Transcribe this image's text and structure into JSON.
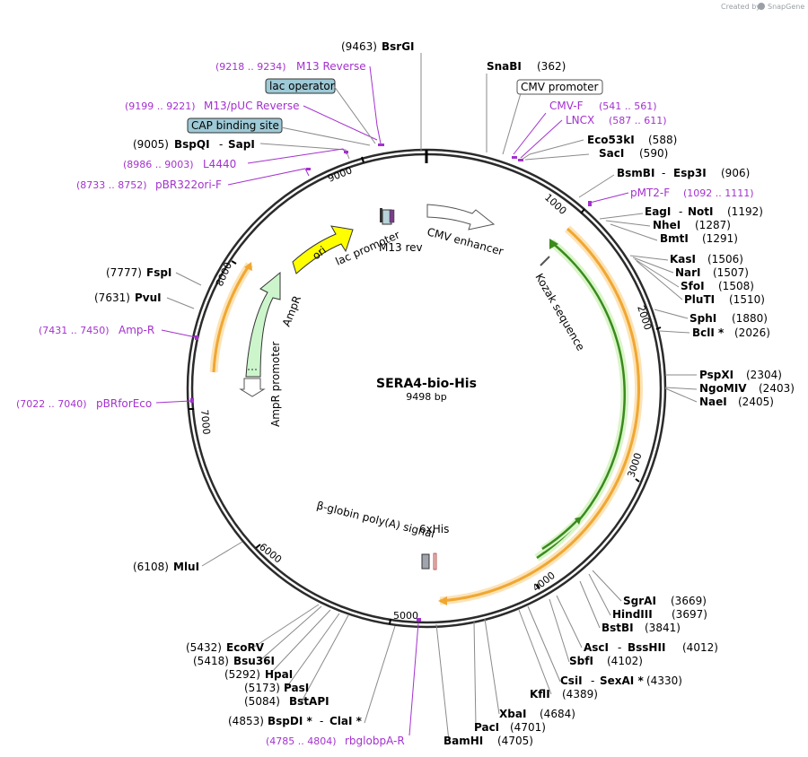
{
  "credit": {
    "text": "Created by",
    "brand": "SnapGene"
  },
  "plasmid": {
    "name": "SERA4-bio-His",
    "size": "9498 bp"
  },
  "ticks": [
    "1000",
    "2000",
    "3000",
    "4000",
    "5000",
    "6000",
    "7000",
    "8000",
    "9000"
  ],
  "enzymes": [
    {
      "name": "BsrGI",
      "pos": "(9463)"
    },
    {
      "name": "SnaBI",
      "pos": "(362)"
    },
    {
      "name": "Eco53kI",
      "pos": "(588)"
    },
    {
      "name": "SacI",
      "pos": "(590)"
    },
    {
      "name": "BsmBI",
      "name2": "Esp3I",
      "pos": "(906)"
    },
    {
      "name": "EagI",
      "name2": "NotI",
      "pos": "(1192)"
    },
    {
      "name": "NheI",
      "pos": "(1287)"
    },
    {
      "name": "BmtI",
      "pos": "(1291)"
    },
    {
      "name": "KasI",
      "pos": "(1506)"
    },
    {
      "name": "NarI",
      "pos": "(1507)"
    },
    {
      "name": "SfoI",
      "pos": "(1508)"
    },
    {
      "name": "PluTI",
      "pos": "(1510)"
    },
    {
      "name": "SphI",
      "pos": "(1880)"
    },
    {
      "name": "BclI *",
      "pos": "(2026)"
    },
    {
      "name": "PspXI",
      "pos": "(2304)"
    },
    {
      "name": "NgoMIV",
      "pos": "(2403)"
    },
    {
      "name": "NaeI",
      "pos": "(2405)"
    },
    {
      "name": "SgrAI",
      "pos": "(3669)"
    },
    {
      "name": "HindIII",
      "pos": "(3697)"
    },
    {
      "name": "BstBI",
      "pos": "(3841)"
    },
    {
      "name": "AscI",
      "name2": "BssHII",
      "pos": "(4012)"
    },
    {
      "name": "SbfI",
      "pos": "(4102)"
    },
    {
      "name": "CsiI",
      "name2": "SexAI *",
      "pos": "(4330)"
    },
    {
      "name": "KflI",
      "pos": "(4389)"
    },
    {
      "name": "XbaI",
      "pos": "(4684)"
    },
    {
      "name": "PacI",
      "pos": "(4701)"
    },
    {
      "name": "BamHI",
      "pos": "(4705)"
    },
    {
      "name": "BspDI *",
      "name2": "ClaI *",
      "pos": "(4853)"
    },
    {
      "name": "BstAPI",
      "pos": "(5084)"
    },
    {
      "name": "PasI",
      "pos": "(5173)"
    },
    {
      "name": "HpaI",
      "pos": "(5292)"
    },
    {
      "name": "Bsu36I",
      "pos": "(5418)"
    },
    {
      "name": "EcoRV",
      "pos": "(5432)"
    },
    {
      "name": "MluI",
      "pos": "(6108)"
    },
    {
      "name": "PvuI",
      "pos": "(7631)"
    },
    {
      "name": "FspI",
      "pos": "(7777)"
    },
    {
      "name": "BspQI",
      "name2": "SapI",
      "pos": "(9005)"
    }
  ],
  "primers": [
    {
      "name": "M13 Reverse",
      "range": "(9218 .. 9234)"
    },
    {
      "name": "M13/pUC Reverse",
      "range": "(9199 .. 9221)"
    },
    {
      "name": "L4440",
      "range": "(8986 .. 9003)"
    },
    {
      "name": "pBR322ori-F",
      "range": "(8733 .. 8752)"
    },
    {
      "name": "CMV-F",
      "range": "(541 .. 561)"
    },
    {
      "name": "LNCX",
      "range": "(587 .. 611)"
    },
    {
      "name": "pMT2-F",
      "range": "(1092 .. 1111)"
    },
    {
      "name": "Amp-R",
      "range": "(7431 .. 7450)"
    },
    {
      "name": "pBRforEco",
      "range": "(7022 .. 7040)"
    },
    {
      "name": "rbglobpA-R",
      "range": "(4785 .. 4804)"
    }
  ],
  "boxed_features": [
    {
      "name": "lac operator"
    },
    {
      "name": "CAP binding site"
    },
    {
      "name": "CMV promoter"
    }
  ],
  "features": {
    "ori": "ori",
    "ampr": "AmpR",
    "ampr_promoter": "AmpR promoter",
    "lac_promoter": "lac promoter",
    "m13_rev": "M13 rev",
    "cmv_enhancer": "CMV enhancer",
    "kozak": "Kozak sequence",
    "polya": "β-globin poly(A) signal",
    "his": "6xHis"
  },
  "colors": {
    "ori": "#ffff00",
    "ampr": "#ccf5cc",
    "orange": "#f0a732",
    "green": "#3a8a1e",
    "primer": "#a431cf",
    "box": "#9ec9d6"
  }
}
